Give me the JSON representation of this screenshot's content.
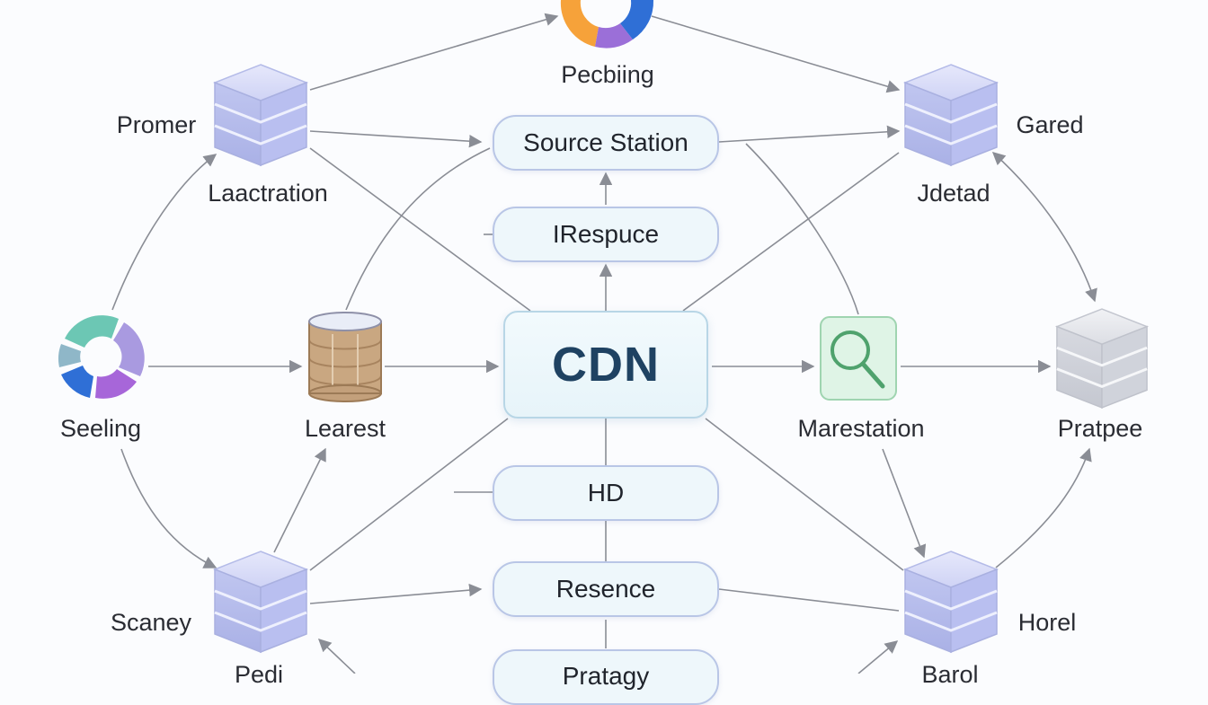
{
  "center": {
    "label": "CDN"
  },
  "pills": {
    "source_station": "Source Station",
    "respuce": "IRespuce",
    "hd": "HD",
    "resence": "Resence",
    "bottom_partial": "Pratagy"
  },
  "nodes": {
    "top_ring_label": "Pecbiing",
    "promer": "Promer",
    "laactration": "Laactration",
    "gared": "Gared",
    "jdetad": "Jdetad",
    "seeling": "Seeling",
    "learest": "Learest",
    "marestation": "Marestation",
    "pratpee": "Pratpee",
    "scaney": "Scaney",
    "horel": "Horel",
    "bottom_left_partial": "Pedi",
    "bottom_right_partial": "Barol"
  },
  "colors": {
    "server": "#c3c8f2",
    "server_alt": "#d9dbe3",
    "database": "#c9a781",
    "search_box": "#dff4e6",
    "search_icon": "#4fa26d",
    "ring_orange": "#f6a23a",
    "ring_blue": "#2f6fd6",
    "ring_purple": "#9b6fd8",
    "ring_teal": "#6cc7b4",
    "arrow": "#8a8d95"
  },
  "icons": {
    "server": "server-stack-icon",
    "database": "database-cylinder-icon",
    "search": "magnifier-icon",
    "ring": "segmented-ring-icon"
  }
}
